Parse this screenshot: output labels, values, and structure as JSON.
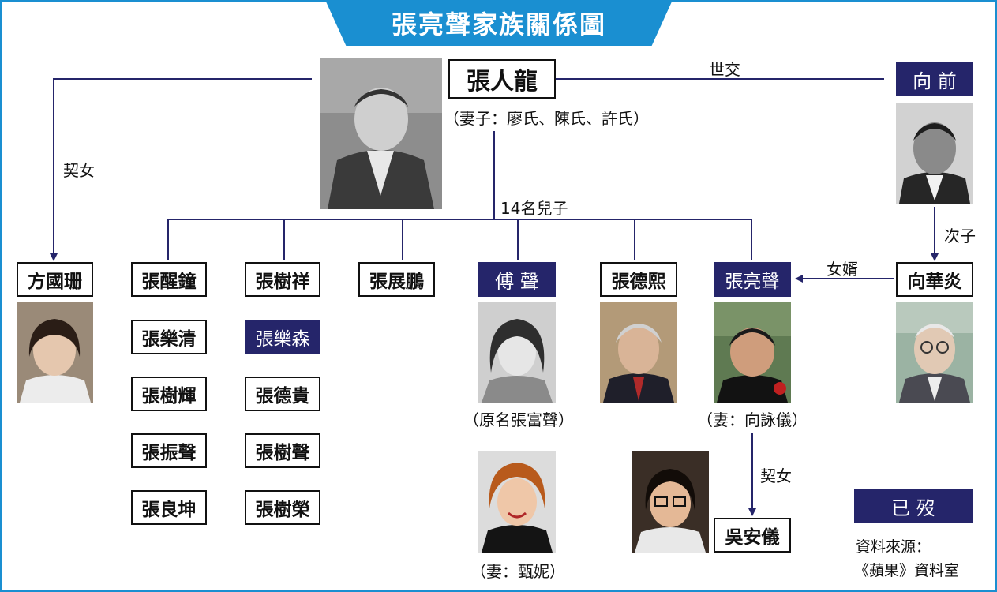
{
  "title": "張亮聲家族關係圖",
  "patriarch": {
    "name": "張人龍",
    "wives_note": "（妻子：廖氏、陳氏、許氏）"
  },
  "relations": {
    "associate": "世交",
    "goddaughter_left": "契女",
    "second_son": "次子",
    "son_in_law": "女婿",
    "sons_label": "14名兒子",
    "goddaughter_bottom": "契女"
  },
  "people": {
    "xiang_qian": "向 前",
    "xiang_huayan": "向華炎",
    "fang_guoshan": "方國珊",
    "wu_anyi": "吳安儀"
  },
  "sons": {
    "col1": [
      "張醒鐘",
      "張樂清",
      "張樹輝",
      "張振聲",
      "張良坤"
    ],
    "col2": [
      "張樹祥",
      "張樂森",
      "張德貴",
      "張樹聲",
      "張樹榮"
    ],
    "zhanpeng": "張展鵬",
    "fusheng": "傅 聲",
    "dexi": "張德熙",
    "liangsheng": "張亮聲"
  },
  "captions": {
    "fusheng_orig": "（原名張富聲）",
    "fusheng_wife": "（妻：甄妮）",
    "liangsheng_wife": "（妻：向詠儀）"
  },
  "legend": {
    "deceased": "已 歿"
  },
  "source": {
    "label": "資料來源：",
    "value": "《蘋果》資料室"
  },
  "colors": {
    "banner": "#1a8fd1",
    "deceased_box": "#25256a",
    "line": "#25256a"
  }
}
